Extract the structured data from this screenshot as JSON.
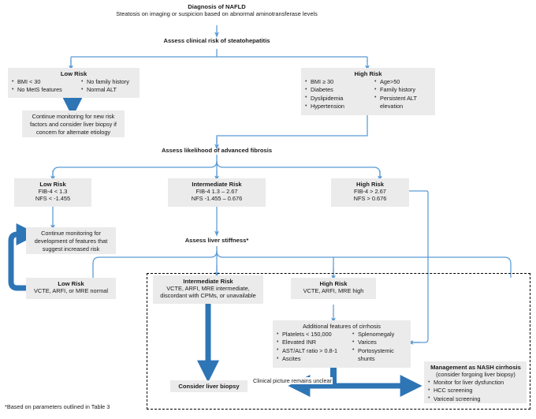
{
  "colors": {
    "thin_arrow": "#5B9BD5",
    "thick_arrow": "#2E75B6",
    "box_fill": "#EBEBEB",
    "text": "#1A1A1A",
    "dashed_border": "#000000"
  },
  "header": {
    "title": "Diagnosis of NAFLD",
    "subtitle": "Steatosis on imaging or suspicion based on abnormal aminotransferase levels"
  },
  "steps": {
    "assess_clinical_risk": "Assess clinical risk of steatohepatitis",
    "assess_fibrosis": "Assess likelihood of advanced fibrosis",
    "assess_stiffness": "Assess liver stiffness*"
  },
  "clinical_risk": {
    "low": {
      "title": "Low Risk",
      "col1": [
        "BMI < 30",
        "No MetS features"
      ],
      "col2": [
        "No family history",
        "Normal ALT"
      ]
    },
    "high": {
      "title": "High Risk",
      "col1": [
        "BMI ≥ 30",
        "Diabetes",
        "Dyslipidemia",
        "Hypertension"
      ],
      "col2": [
        "Age>50",
        "Family history",
        "Persistent ALT elevation"
      ]
    },
    "low_outcome": "Continue monitoring for new risk factors and consider liver biopsy if concern for alternate etiology"
  },
  "fibrosis": {
    "low": {
      "title": "Low Risk",
      "line1": "FIB-4 < 1.3",
      "line2": "NFS < -1.455"
    },
    "intermediate": {
      "title": "Intermediate Risk",
      "line1": "FIB-4 1.3 – 2.67",
      "line2": "NFS -1.455 – 0.676"
    },
    "high": {
      "title": "High Risk",
      "line1": "FIB-4 > 2.67",
      "line2": "NFS > 0.676"
    },
    "low_outcome": "Continue monitoring for development of features that suggest increased risk"
  },
  "stiffness": {
    "low": {
      "title": "Low Risk",
      "detail": "VCTE, ARFI, or MRE normal"
    },
    "intermediate": {
      "title": "Intermediate Risk",
      "detail_line1": "VCTE, ARFI, MRE intermediate,",
      "detail_line2": "discordant with CPMs, or unavailable"
    },
    "high": {
      "title": "High Risk",
      "detail": "VCTE, ARFI, MRE high"
    }
  },
  "cirrhosis_features": {
    "title": "Additional features of cirrhosis",
    "col1": [
      "Platelets < 150,000",
      "Elevated INR",
      "AST/ALT ratio > 0.8-1",
      "Ascites"
    ],
    "col2": [
      "Splenomegaly",
      "Varices",
      "Portosystemic shunts"
    ]
  },
  "outcomes": {
    "biopsy": "Consider liver biopsy",
    "unclear_label": "Clinical picture remains unclear",
    "management": {
      "title": "Management as NASH cirrhosis",
      "subtitle": "(consider forgoing liver biopsy)",
      "items": [
        "Monitor for liver dysfunction",
        "HCC screening",
        "Variceal screening"
      ]
    }
  },
  "footnote": "*Based on parameters outlined in Table 3"
}
